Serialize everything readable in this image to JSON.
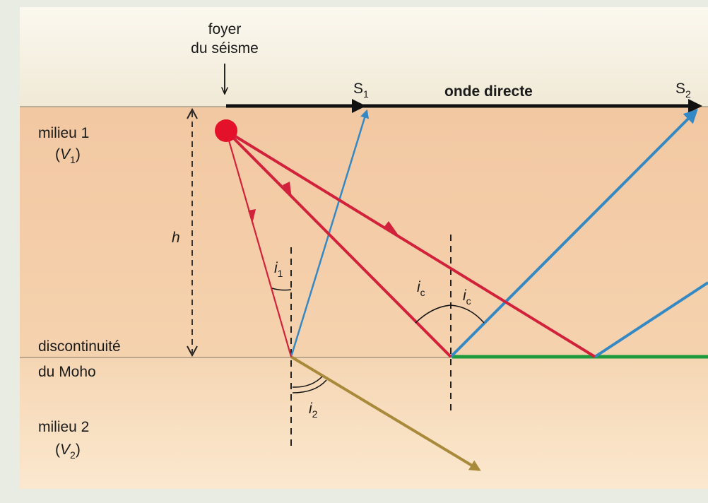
{
  "labels": {
    "focus_line1": "foyer",
    "focus_line2": "du séisme",
    "s1": "S",
    "s1_sub": "1",
    "s2": "S",
    "s2_sub": "2",
    "direct_wave": "onde directe",
    "medium1_line1": "milieu 1",
    "medium1_v": "V",
    "medium1_sub": "1",
    "h": "h",
    "i1": "i",
    "i1_sub": "1",
    "ic_left": "i",
    "ic_left_sub": "c",
    "ic_right": "i",
    "ic_right_sub": "c",
    "i2": "i",
    "i2_sub": "2",
    "discontinuity_line1": "discontinuité",
    "discontinuity_line2": "du Moho",
    "medium2_line1": "milieu 2",
    "medium2_v": "V",
    "medium2_sub": "2"
  },
  "colors": {
    "surface_layer": "#f3ecd9",
    "medium1_fill": "#f3c9a0",
    "medium2_fill": "#f6d9b4",
    "incident_ray": "#d2213a",
    "reflected_ray": "#3489c4",
    "refracted_ray": "#a88a3a",
    "head_wave": "#1f9a3c",
    "direct_wave": "#111111",
    "focus_dot": "#e3122a"
  }
}
